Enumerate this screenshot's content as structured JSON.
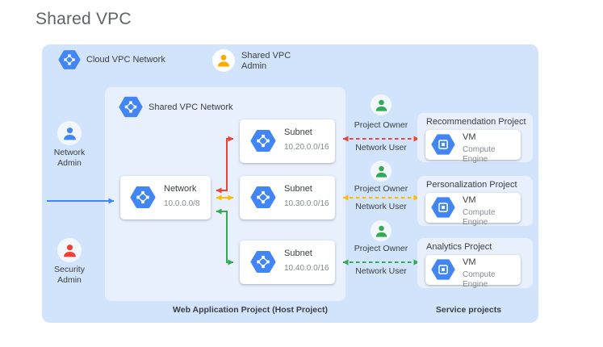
{
  "title": "Shared VPC",
  "colors": {
    "blue": "#4285f4",
    "red": "#ea4335",
    "yellow": "#fbbc04",
    "green": "#34a853",
    "person_yellow": "#f9ab00",
    "outer_bg": "#d2e3fc",
    "inner_bg": "#e8f0fe",
    "text_dark": "#3c4043",
    "text_gray": "#848a91",
    "title_gray": "#5f6368"
  },
  "icons": {
    "vpc_network": "vpc-hexagon-icon",
    "compute_engine": "compute-engine-hexagon-icon",
    "person": "person-icon"
  },
  "legend": {
    "cloud_vpc_network": "Cloud VPC Network",
    "shared_vpc_admin": {
      "line1": "Shared VPC",
      "line2": "Admin"
    }
  },
  "admins": {
    "network": {
      "line1": "Network",
      "line2": "Admin"
    },
    "security": {
      "line1": "Security",
      "line2": "Admin"
    }
  },
  "host_project": {
    "legend": "Shared VPC Network",
    "network": {
      "title": "Network",
      "cidr": "10.0.0.0/8"
    },
    "subnets": [
      {
        "title": "Subnet",
        "cidr": "10.20.0.0/16"
      },
      {
        "title": "Subnet",
        "cidr": "10.30.0.0/16"
      },
      {
        "title": "Subnet",
        "cidr": "10.40.0.0/16"
      }
    ],
    "caption": "Web Application Project (Host Project)"
  },
  "users": [
    {
      "owner": "Project Owner",
      "user": "Network User"
    },
    {
      "owner": "Project Owner",
      "user": "Network User"
    },
    {
      "owner": "Project Owner",
      "user": "Network User"
    }
  ],
  "service_projects": {
    "items": [
      {
        "title": "Recommendation Project",
        "vm_label": "VM",
        "vm_sub": "Compute Engine"
      },
      {
        "title": "Personalization Project",
        "vm_label": "VM",
        "vm_sub": "Compute Engine"
      },
      {
        "title": "Analytics Project",
        "vm_label": "VM",
        "vm_sub": "Compute Engine"
      }
    ],
    "caption": "Service projects"
  }
}
